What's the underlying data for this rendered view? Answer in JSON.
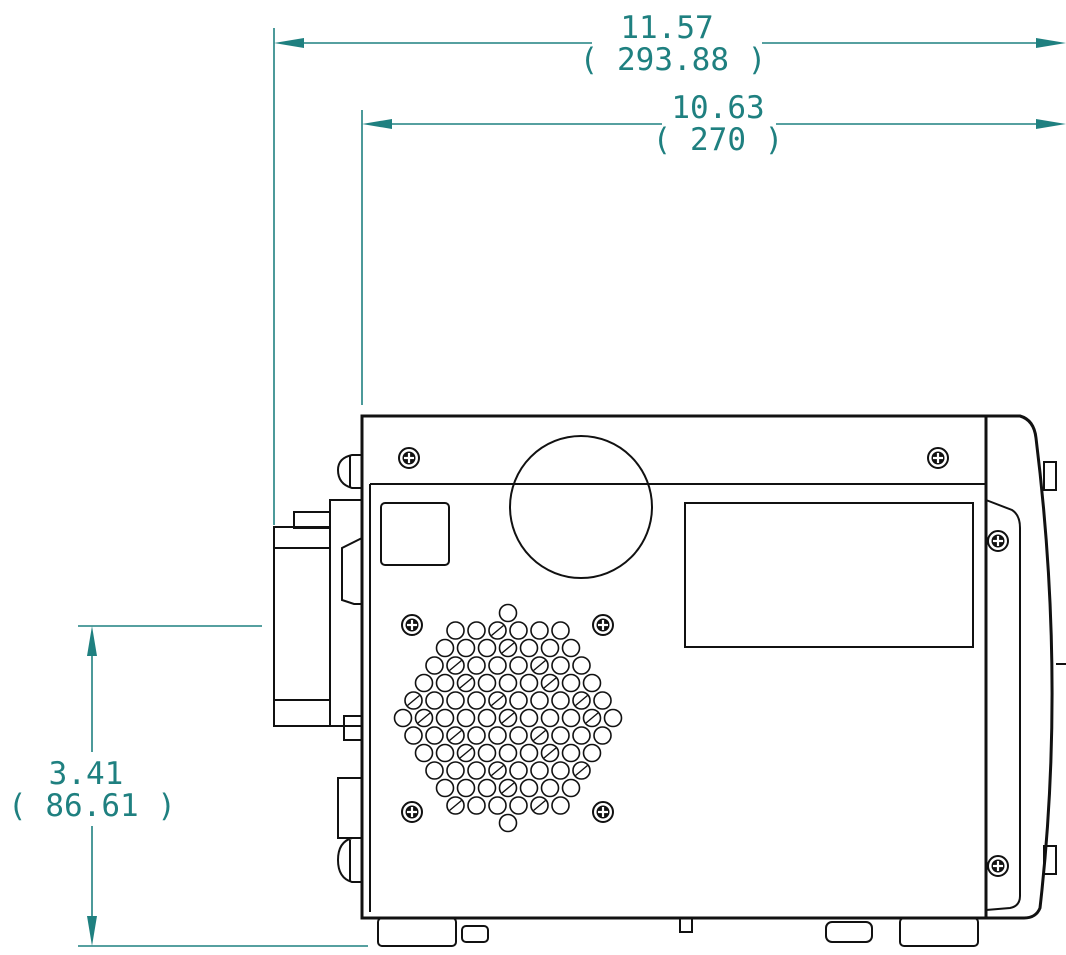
{
  "dimensions": {
    "overall_width": {
      "inches": "11.57",
      "mm": "( 293.88 )"
    },
    "body_width": {
      "inches": "10.63",
      "mm": "( 270 )"
    },
    "base_height": {
      "inches": "3.41",
      "mm": "( 86.61 )"
    }
  },
  "colors": {
    "dimension": "#1f8080",
    "outline": "#111111",
    "background": "#ffffff"
  },
  "icons": {
    "screw": "phillips-screw-head",
    "fan": "round-vent-grille"
  }
}
